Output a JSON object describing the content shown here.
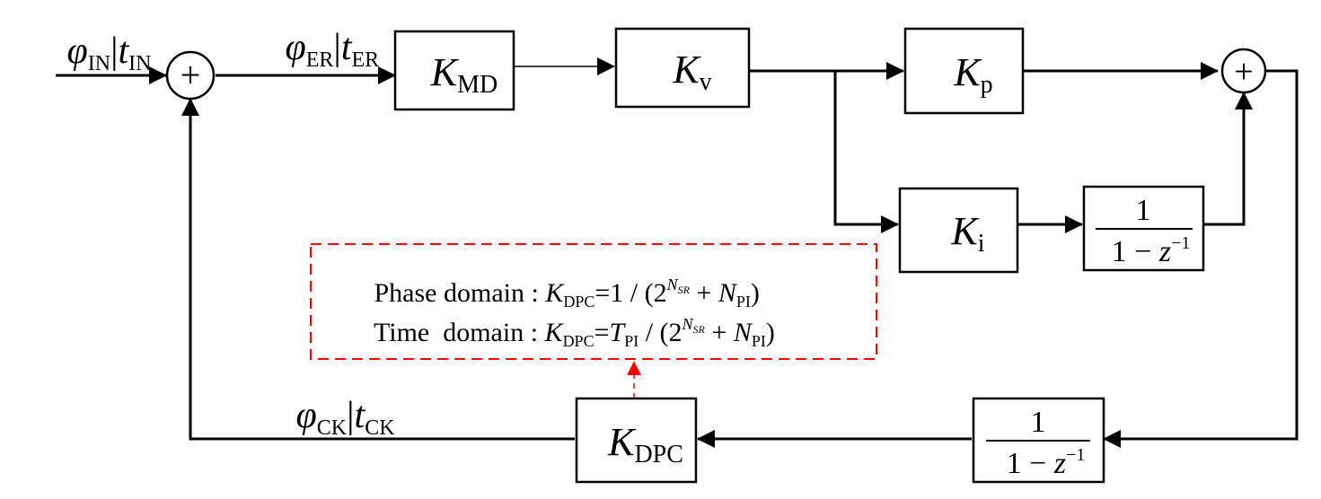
{
  "signals": {
    "input": {
      "phi": "φ",
      "phi_sub": "IN",
      "sep": "|",
      "t": "t",
      "t_sub": "IN"
    },
    "error": {
      "phi": "φ",
      "phi_sub": "ER",
      "sep": "|",
      "t": "t",
      "t_sub": "ER"
    },
    "clock": {
      "phi": "φ",
      "phi_sub": "CK",
      "sep": "|",
      "t": "t",
      "t_sub": "CK"
    }
  },
  "blocks": {
    "kmd": {
      "main": "K",
      "sub": "MD"
    },
    "kv": {
      "main": "K",
      "sub": "v"
    },
    "kp": {
      "main": "K",
      "sub": "p"
    },
    "ki": {
      "main": "K",
      "sub": "i"
    },
    "kdpc": {
      "main": "K",
      "sub": "DPC"
    },
    "integrator_top": {
      "num": "1",
      "den_pre": "1 − ",
      "den_var": "z",
      "den_exp": "−1"
    },
    "integrator_bottom": {
      "num": "1",
      "den_pre": "1 − ",
      "den_var": "z",
      "den_exp": "−1"
    }
  },
  "sum_symbol": "+",
  "annotation": {
    "line1": {
      "label": "Phase domain : ",
      "k": "K",
      "k_sub": "DPC",
      "eq": "=",
      "num": "1",
      "mid": " / (2",
      "exp_base": "N",
      "exp_sub": "SR",
      "plus": " + ",
      "n": "N",
      "n_sub": "PI",
      "close": ")"
    },
    "line2": {
      "label": "Time  domain : ",
      "k": "K",
      "k_sub": "DPC",
      "eq": "=",
      "num": "T",
      "num_sub": "PI",
      "mid": " / (2",
      "exp_base": "N",
      "exp_sub": "SR",
      "plus": " + ",
      "n": "N",
      "n_sub": "PI",
      "close": ")"
    },
    "color": "#ff0000"
  }
}
